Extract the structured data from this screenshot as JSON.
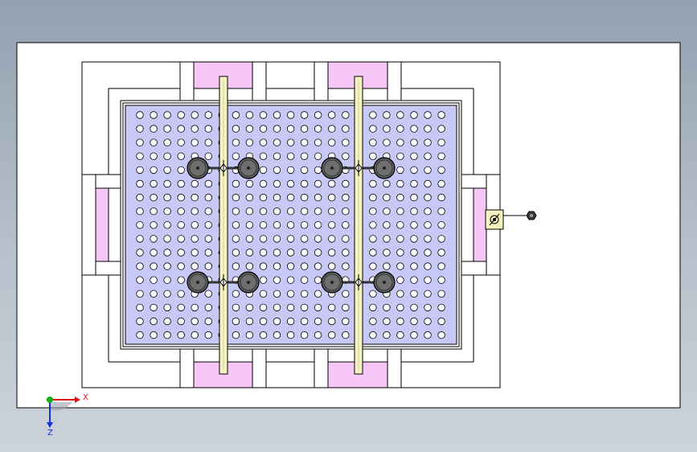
{
  "triad": {
    "x_label": "X",
    "z_label": "Z"
  },
  "colors": {
    "plate": "#c8c8f6",
    "hole": "#ffffff",
    "pad": "#f6c6f6",
    "rail": "#f5f3c0",
    "cup": "#5c5c5c",
    "outline": "#000000",
    "sheet": "#ffffff",
    "axis_x": "#e01010",
    "axis_y": "#10b010",
    "axis_z": "#1030e0"
  },
  "grid": {
    "rows": 17,
    "cols": 23
  },
  "icons": {
    "cup": "suction-cup-icon",
    "valve": "vacuum-valve-icon",
    "connector": "hex-connector-icon",
    "triad": "coordinate-triad-icon"
  }
}
